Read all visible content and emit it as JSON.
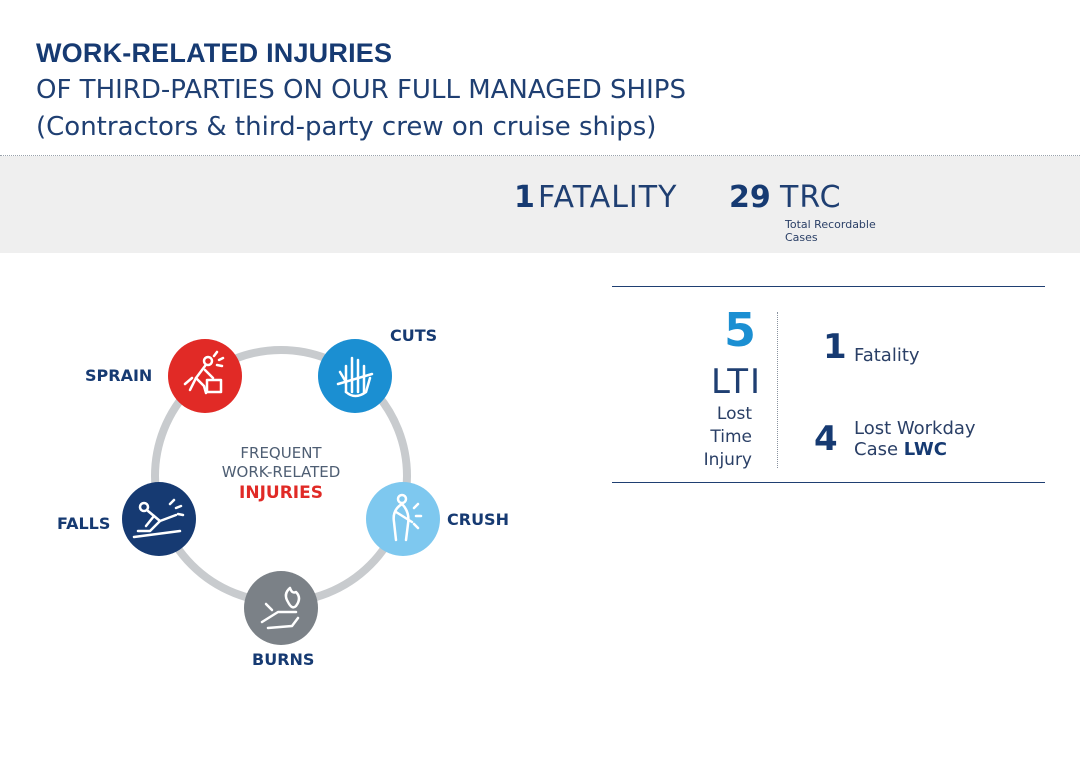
{
  "header": {
    "title": "WORK-RELATED INJURIES",
    "subtitle_line1": "OF THIRD-PARTIES ON OUR FULL MANAGED SHIPS",
    "subtitle_line2": "(Contractors & third-party crew on cruise ships)"
  },
  "summary": {
    "fatality_count": "1",
    "fatality_label": "FATALITY",
    "trc_count": "29",
    "trc_label": "TRC",
    "trc_note_line1": "Total Recordable",
    "trc_note_line2": "Cases"
  },
  "lti": {
    "count": "5",
    "abbr": "LTI",
    "desc_line1": "Lost",
    "desc_line2": "Time",
    "desc_line3": "Injury",
    "fatality_count": "1",
    "fatality_label": "Fatality",
    "lwc_count": "4",
    "lwc_line1": "Lost Workday",
    "lwc_line2_prefix": "Case ",
    "lwc_line2_bold": "LWC"
  },
  "injuries": {
    "center_line1": "FREQUENT",
    "center_line2": "WORK-RELATED",
    "center_line3": "INJURIES",
    "items": [
      {
        "label": "SPRAIN",
        "icon": "sprain-icon",
        "color": "#e12a26"
      },
      {
        "label": "CUTS",
        "icon": "cuts-icon",
        "color": "#1b8fd2"
      },
      {
        "label": "CRUSH",
        "icon": "crush-icon",
        "color": "#7ec8ef"
      },
      {
        "label": "BURNS",
        "icon": "burns-icon",
        "color": "#7b8187"
      },
      {
        "label": "FALLS",
        "icon": "falls-icon",
        "color": "#163a72"
      }
    ]
  },
  "colors": {
    "navy": "#163a72",
    "red": "#e12a26",
    "blue": "#1b8fd2",
    "band": "#efefef",
    "ring": "#c8cbce"
  }
}
